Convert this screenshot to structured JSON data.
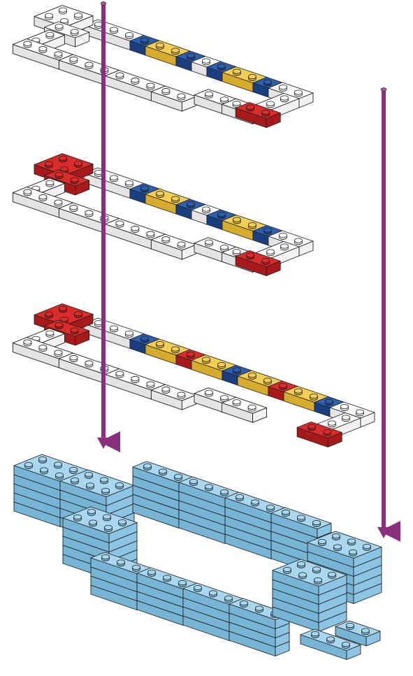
{
  "diagram": {
    "kind": "exploded-assembly",
    "colors": {
      "white_top": "#ffffff",
      "white_side": "#f2f2f2",
      "white_front": "#e4e4e4",
      "outline": "#222222",
      "blue_top": "#2c5fb0",
      "blue_front": "#1a3f80",
      "yellow_top": "#f2cf52",
      "yellow_front": "#d7ab2c",
      "red_top": "#dd2b2b",
      "red_front": "#a91919",
      "base_top": "#a8d7ef",
      "base_side": "#8cc5e4",
      "base_front": "#76b5d6",
      "rod": "#8a2f7e"
    },
    "layers": [
      {
        "id": "top",
        "accent_sequence": [
          "blue",
          "yellow",
          "blue",
          "white",
          "blue",
          "yellow",
          "blue"
        ],
        "corner_colors": [
          "white",
          "white",
          "red"
        ]
      },
      {
        "id": "middle",
        "accent_sequence": [
          "blue",
          "yellow",
          "blue",
          "white",
          "blue",
          "yellow",
          "blue"
        ],
        "corner_colors": [
          "red",
          "red",
          "red"
        ]
      },
      {
        "id": "bottom",
        "accent_sequence": [
          "blue",
          "yellow",
          "red",
          "yellow",
          "blue",
          "yellow",
          "red",
          "yellow",
          "blue"
        ],
        "corner_colors": [
          "red",
          "red",
          "red"
        ]
      }
    ],
    "rods": [
      {
        "id": "left-rod",
        "arrow": "down"
      },
      {
        "id": "right-rod",
        "arrow": "down"
      }
    ],
    "base": {
      "id": "blue-base",
      "color": "light-blue"
    }
  }
}
